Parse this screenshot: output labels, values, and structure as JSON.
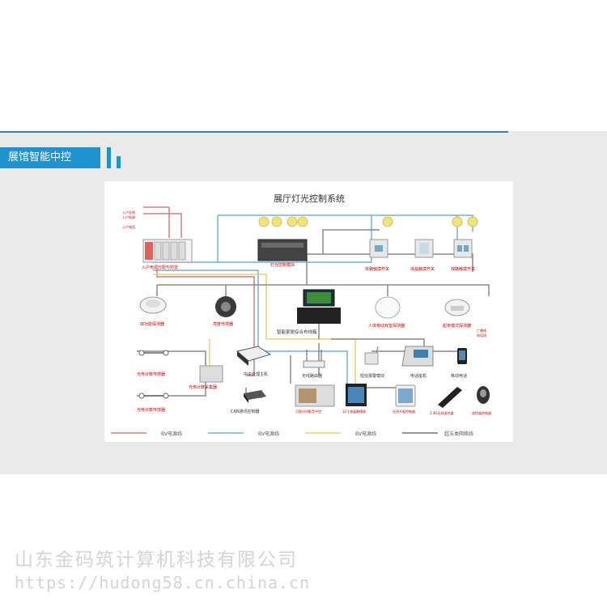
{
  "section": {
    "tab_label": "展馆智能中控"
  },
  "diagram": {
    "title": "展厅灯光控制系统",
    "labels": {
      "power_panel": "入户电源分配与防雷",
      "light_module": "灯光控制模块",
      "switch_single": "单路触摸开关",
      "switch_lcd": "液晶触摸开关",
      "switch_double": "双路触摸开关",
      "smoke": "双功能探测器",
      "brightness": "亮度传感器",
      "central_box": "智能家居综合布线箱",
      "motion": "人体移动双鉴探测器",
      "curtain": "起夜模式探测器",
      "beam1": "光电计数传感器",
      "beam2": "光电计数传感器",
      "beam_panel": "光电计数采集器",
      "host": "中央处理主机",
      "router": "无线路由器",
      "sms": "短信报警模块",
      "phone": "电话座机",
      "mobile": "移动电话",
      "can": "CAN通讯控制器",
      "visual": "可视对讲影音中控",
      "pad12": "12寸液晶触摸屏",
      "ipad": "无线平板控制器",
      "remote1": "2.4G无线遥控器",
      "remote2": "遥控器控制器",
      "top_left_1": "入户总线",
      "top_left_2": "入户电源",
      "top_left_3": "入户电话",
      "right_side_1": "广播线",
      "right_side_2": "电话线"
    },
    "legend": [
      {
        "label": "BV电源线",
        "color": "#d08080"
      },
      {
        "label": "BV电源线",
        "color": "#6fb4d8"
      },
      {
        "label": "BV电源线",
        "color": "#e8d36a"
      },
      {
        "label": "超五类网络线",
        "color": "#777777"
      }
    ]
  },
  "watermark": {
    "company": "山东金码筑计算机科技有限公司",
    "url": "https://hudong58.cn.china.cn"
  },
  "colors": {
    "accent": "#1f93cf",
    "panel": "#eaeaea"
  }
}
